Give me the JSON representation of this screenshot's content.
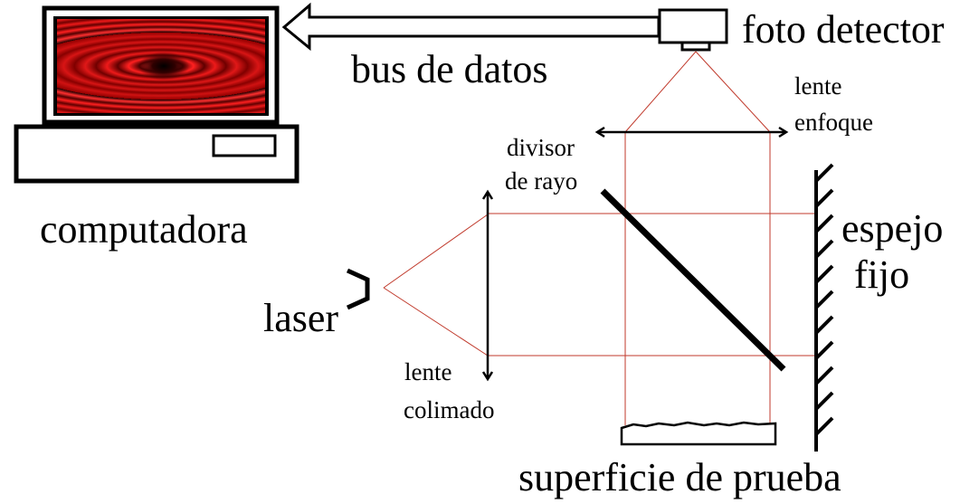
{
  "labels": {
    "computer": "computadora",
    "data_bus": "bus de datos",
    "photodetector": "foto detector",
    "focus_lens_1": "lente",
    "focus_lens_2": "enfoque",
    "beam_splitter_1": "divisor",
    "beam_splitter_2": "de rayo",
    "fixed_mirror_1": "espejo",
    "fixed_mirror_2": "fijo",
    "laser": "laser",
    "collimating_lens_1": "lente",
    "collimating_lens_2": "colimado",
    "test_surface": "superficie de prueba"
  },
  "colors": {
    "ray": "#c0392b",
    "screen_dark": "#2a0000",
    "screen_bright": "#ff2a2a",
    "screen_mid": "#b00000",
    "ink": "#000000"
  }
}
